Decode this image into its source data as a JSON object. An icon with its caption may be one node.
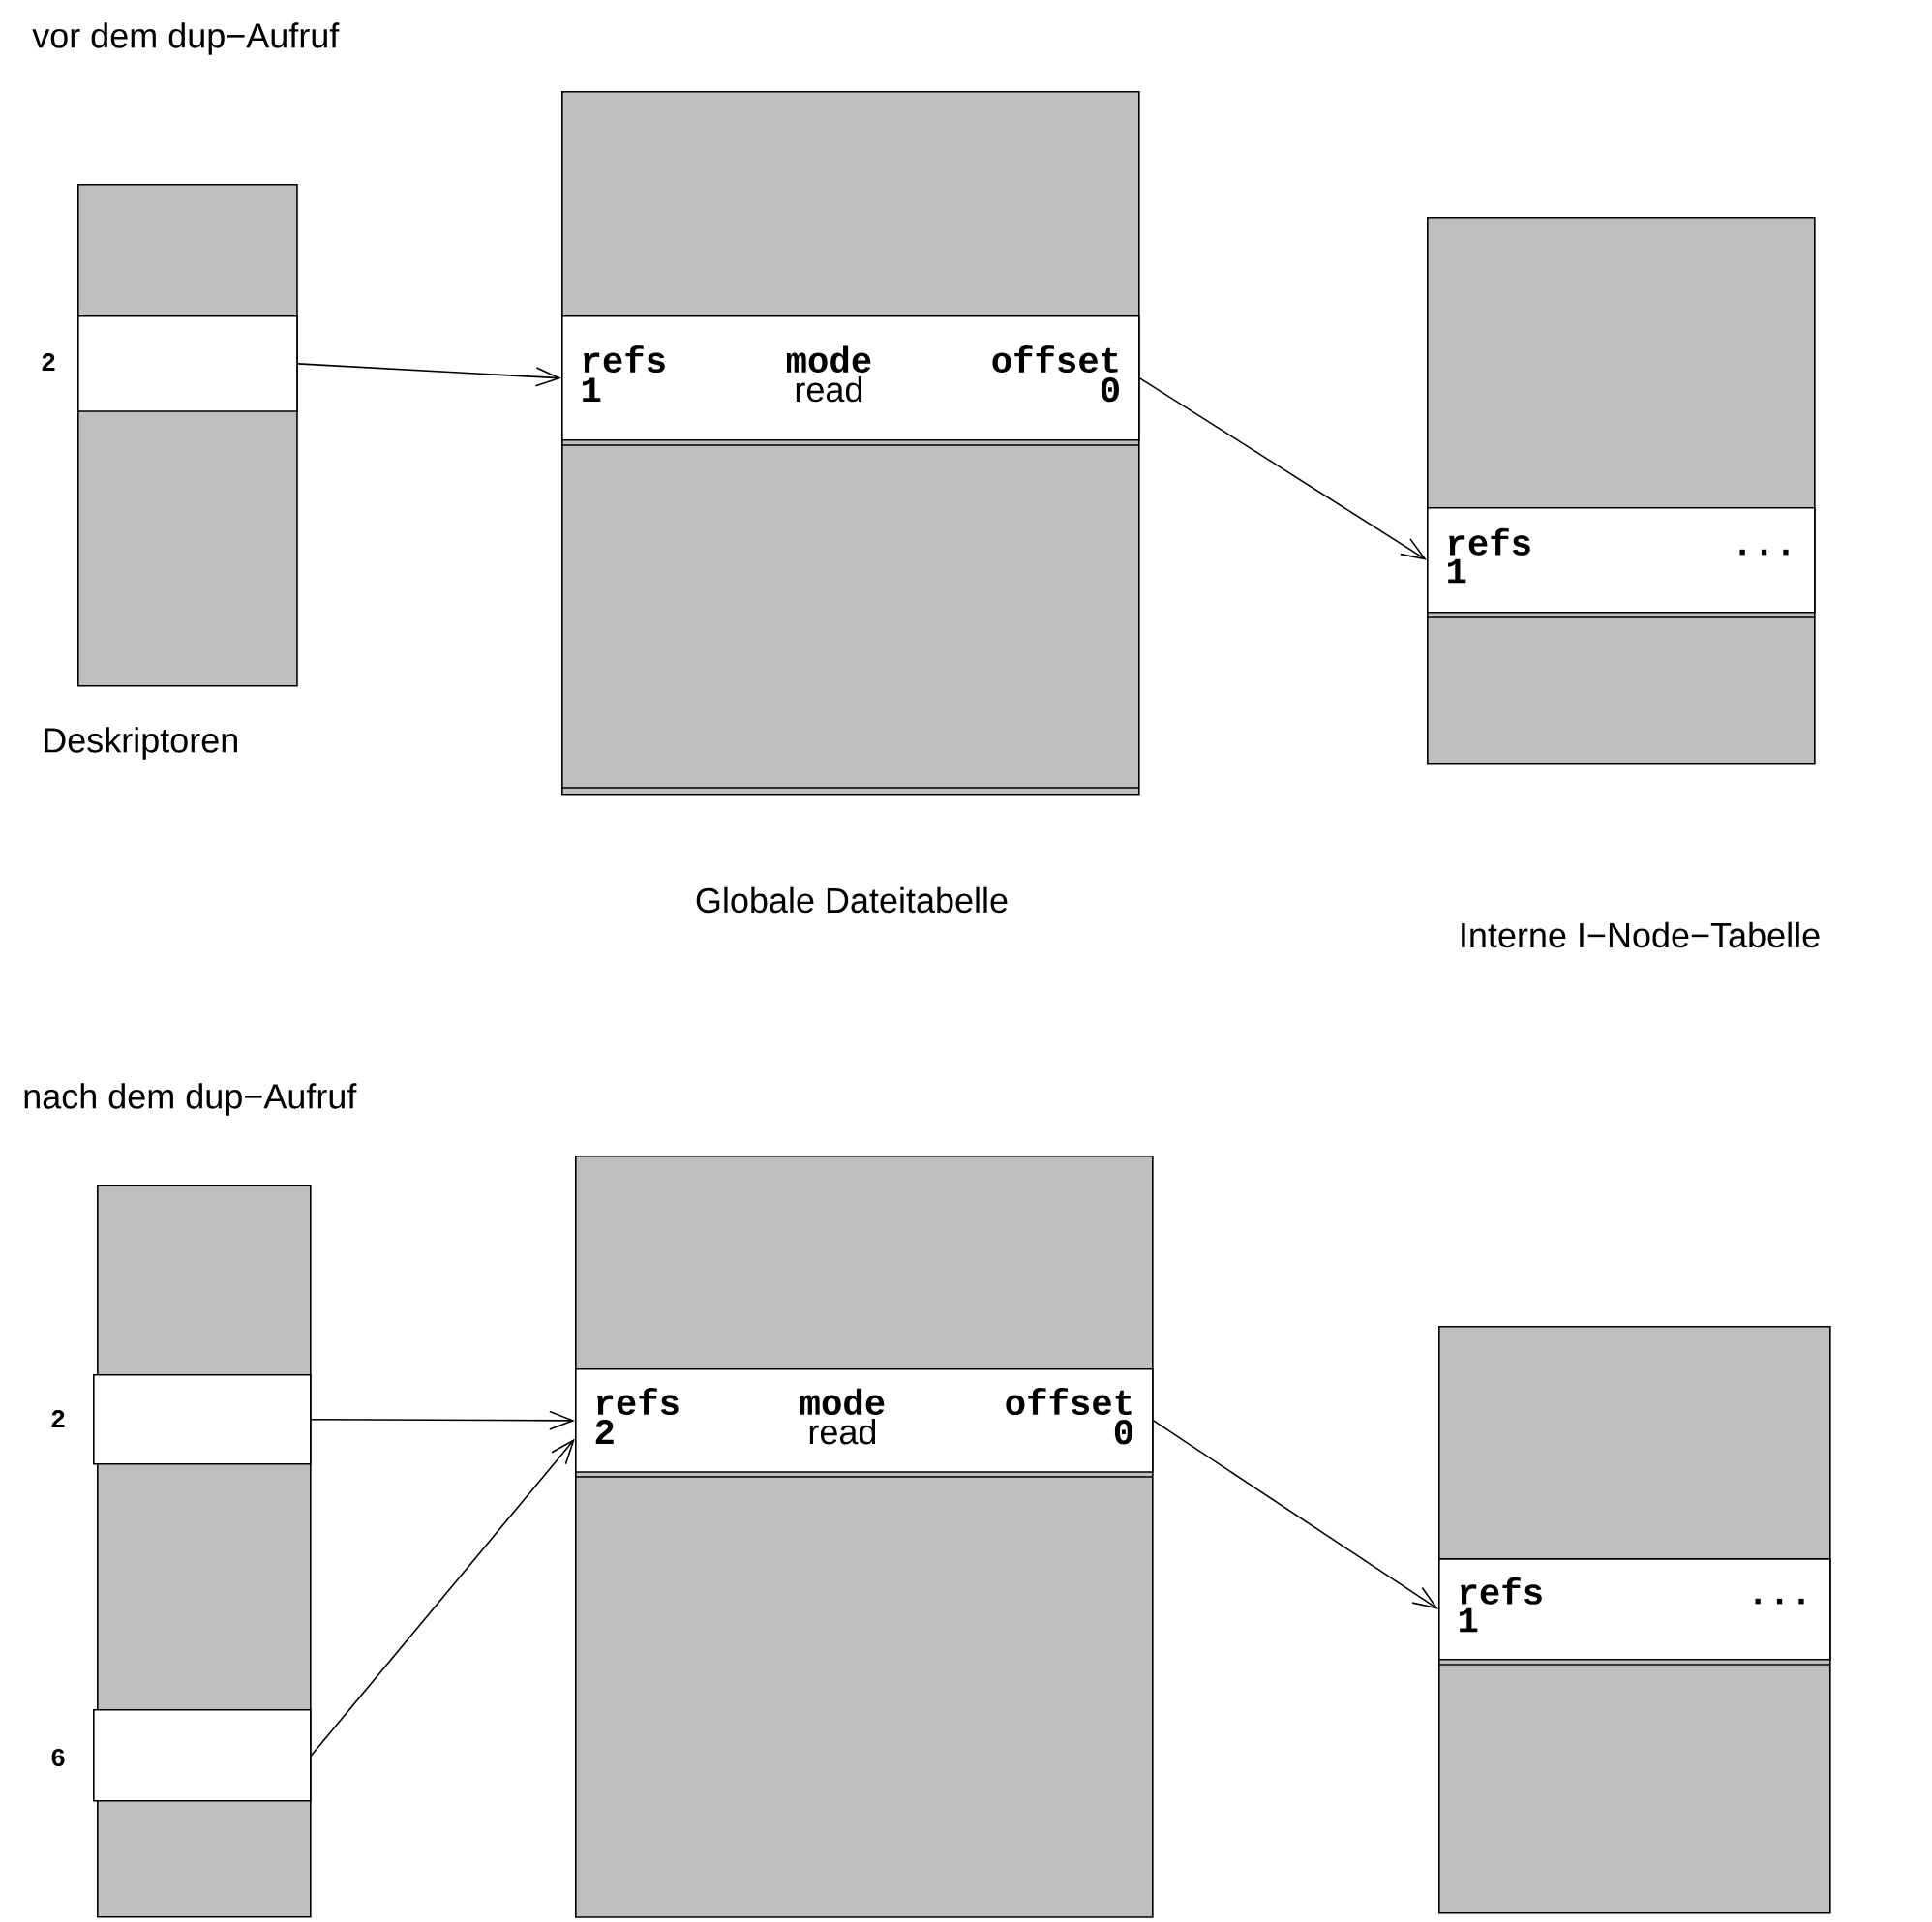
{
  "diagram": {
    "nodes": [
      {
        "text": [],
        "shape": "box"
      },
      {
        "text": [],
        "shape": "box",
        "in": 0,
        "beside": [
          "2"
        ]
      },
      {
        "text": [],
        "shape": "box"
      },
      {
        "text": [
          "refs",
          "mode",
          "offset",
          "1",
          "read",
          "0"
        ],
        "in": 2
      },
      {
        "text": [],
        "shape": "box"
      },
      {
        "text": [
          "refs",
          "...",
          "1"
        ],
        "in": 4
      },
      {
        "text": [],
        "shape": "box"
      },
      {
        "text": [],
        "shape": "box",
        "in": 6,
        "beside": [
          "2"
        ]
      },
      {
        "text": [],
        "shape": "box",
        "in": 6,
        "beside": [
          "6"
        ]
      },
      {
        "text": [],
        "shape": "box"
      },
      {
        "text": [
          "refs",
          "mode",
          "offset",
          "2",
          "read",
          "0"
        ],
        "in": 9
      },
      {
        "text": [],
        "shape": "box"
      },
      {
        "text": [
          "refs",
          "...",
          "1"
        ],
        "in": 11
      }
    ],
    "edges": [
      {
        "from": 1,
        "to": 3,
        "arrow": "to"
      },
      {
        "from": 3,
        "to": 5,
        "arrow": "to"
      },
      {
        "from": 7,
        "to": 10,
        "arrow": "to"
      },
      {
        "from": 8,
        "to": 10,
        "arrow": "to"
      },
      {
        "from": 10,
        "to": 12,
        "arrow": "to"
      }
    ],
    "labels": [
      "vor dem dup−Aufruf",
      "Deskriptoren",
      "Globale Dateitabelle",
      "Interne I−Node−Tabelle",
      "nach dem dup−Aufruf"
    ]
  }
}
